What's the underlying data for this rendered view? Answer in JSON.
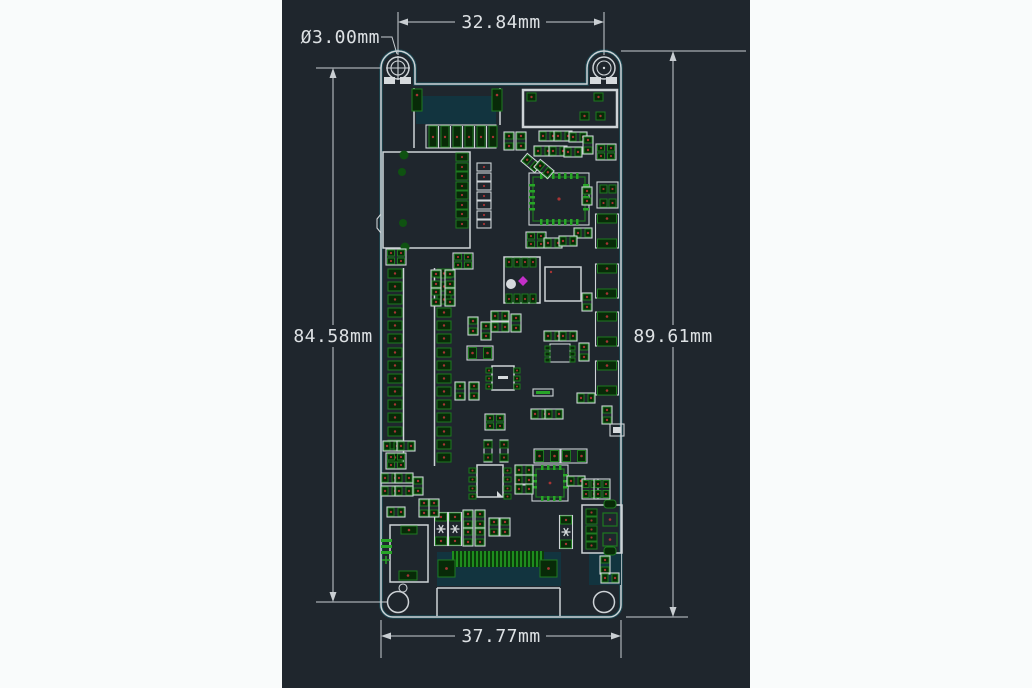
{
  "drawing": {
    "labels": {
      "hole_diameter": "Ø3.00mm",
      "top_hole_spacing": "32.84mm",
      "left_height": "84.58mm",
      "right_height": "89.61mm",
      "bottom_width": "37.77mm"
    }
  },
  "colors": {
    "page_bg": "#f9fbfb",
    "canvas_bg": "#1f262d",
    "outline_white": "#ced3d7",
    "dimension_gray": "#c9ced2",
    "text_light": "#dde1e4",
    "silk_green": "#1e7a20",
    "bright_green": "#28a428",
    "dark_green_fill": "#082a08",
    "pad_white": "#d6dadd",
    "pad_red": "#a83434",
    "edge_teal": "#1c4853",
    "teal_fill": "#12343f",
    "fiducial_magenta": "#c32fc9"
  }
}
